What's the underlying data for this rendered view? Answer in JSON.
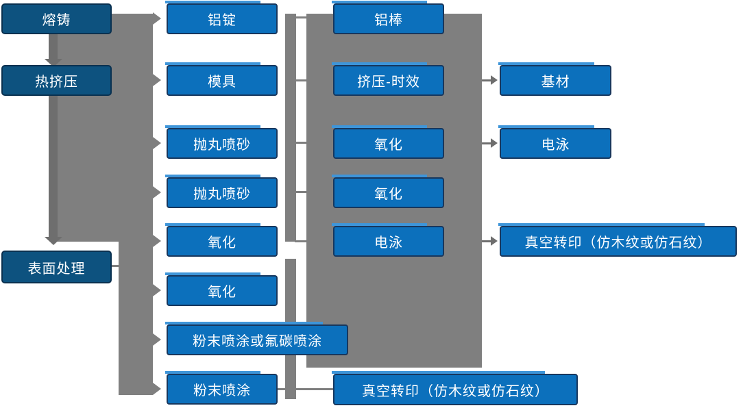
{
  "diagram_type": "process-flowchart",
  "language": "zh-CN",
  "colors": {
    "stage_box_fill": "#0D527F",
    "stage_box_border": "#0A3150",
    "step_box_fill": "#0C70BC",
    "step_box_border": "#17375E",
    "step_box_accent": "#3E95D9",
    "connector_gray": "#7F7F7F",
    "arrow_gray": "#6E6E6E",
    "text": "#FFFFFF",
    "background": "#FFFFFF"
  },
  "nodes": {
    "col1": [
      "熔铸",
      "热挤压",
      "表面处理"
    ],
    "col2": [
      "铝锭",
      "模具",
      "抛丸喷砂",
      "抛丸喷砂",
      "氧化",
      "氧化",
      "粉末喷涂或氟碳喷涂",
      "粉末喷涂"
    ],
    "col3": [
      "铝棒",
      "挤压-时效",
      "氧化",
      "氧化",
      "电泳",
      "真空转印（仿木纹或仿石纹）"
    ],
    "col4": [
      "基材",
      "电泳",
      "真空转印（仿木纹或仿石纹）"
    ]
  }
}
